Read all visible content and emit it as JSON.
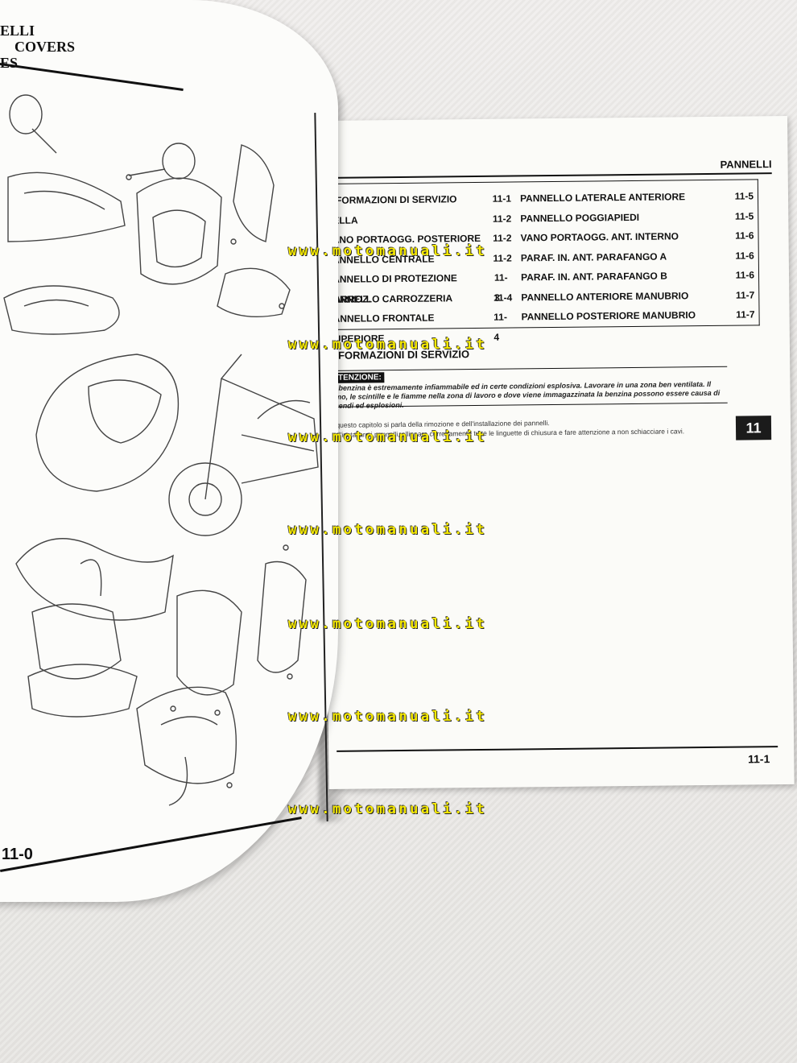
{
  "left_page": {
    "header_lines": [
      "ELLI",
      "COVERS",
      "ES"
    ],
    "page_number": "11-0"
  },
  "right_page": {
    "section_title": "PANNELLI",
    "toc_left": [
      {
        "label": "INFORMAZIONI DI SERVIZIO",
        "page": "11-1"
      },
      {
        "label": "SELLA",
        "page": "11-2"
      },
      {
        "label": "VANO PORTAOGG. POSTERIORE",
        "page": "11-2"
      },
      {
        "label": "PANNELLO CENTRALE",
        "page": "11-2"
      },
      {
        "label": "PANNELLO DI PROTEZIONE CARROZ.",
        "page": "11-3"
      },
      {
        "label": "PANNELLO CARROZZERIA",
        "page": "11-4"
      },
      {
        "label": "PANNELLO FRONTALE SUPERIORE",
        "page": "11-4"
      }
    ],
    "toc_right": [
      {
        "label": "PANNELLO LATERALE ANTERIORE",
        "page": "11-5"
      },
      {
        "label": "PANNELLO POGGIAPIEDI",
        "page": "11-5"
      },
      {
        "label": "VANO PORTAOGG. ANT. INTERNO",
        "page": "11-6"
      },
      {
        "label": "PARAF. IN. ANT. PARAFANGO A",
        "page": "11-6"
      },
      {
        "label": "PARAF. IN. ANT. PARAFANGO B",
        "page": "11-6"
      },
      {
        "label": "PANNELLO ANTERIORE MANUBRIO",
        "page": "11-7"
      },
      {
        "label": "PANNELLO POSTERIORE MANUBRIO",
        "page": "11-7"
      }
    ],
    "service_heading": "INFORMAZIONI DI SERVIZIO",
    "warning_label": "ATTENZIONE:",
    "warning_text": "La benzina è estremamente infiammabile ed in certe condizioni esplosiva. Lavorare in una zona ben ventilata. Il fumo, le scintille e le fiamme nella zona di lavoro e dove viene immagazzinata la benzina possono essere causa di incendi ed esplosioni.",
    "notes": [
      "In questo capitolo si parla della rimozione e dell'installazione dei pannelli.",
      "Nell'installare i pannelli, allineare correttamente tutte le linguette di chiusura e fare attenzione a non schiacciare i cavi."
    ],
    "chapter_tab": "11",
    "page_number": "11-1"
  },
  "watermark": "www.motomanuali.it"
}
